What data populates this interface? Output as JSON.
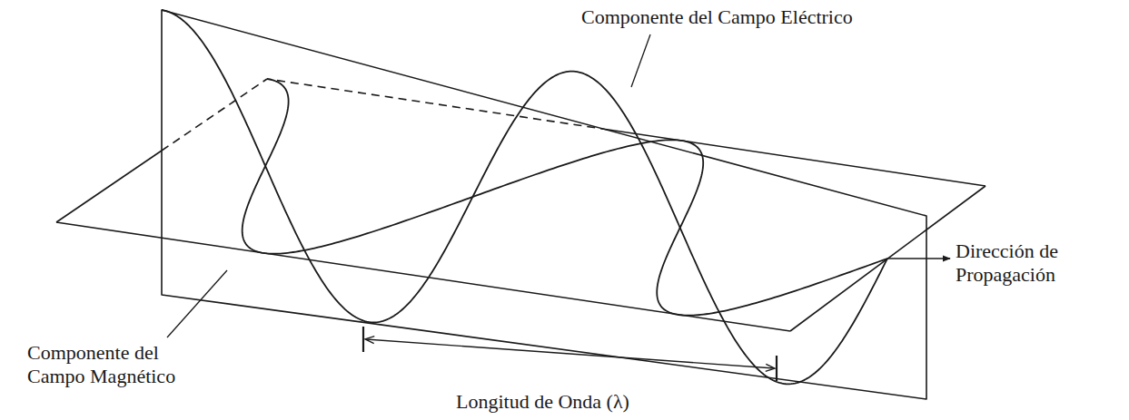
{
  "diagram": {
    "labels": [
      "Componente del Campo Eléctrico",
      "Dirección de Propagación",
      "Componente del Campo Magnético",
      "Longitud de Onda (λ)"
    ]
  }
}
